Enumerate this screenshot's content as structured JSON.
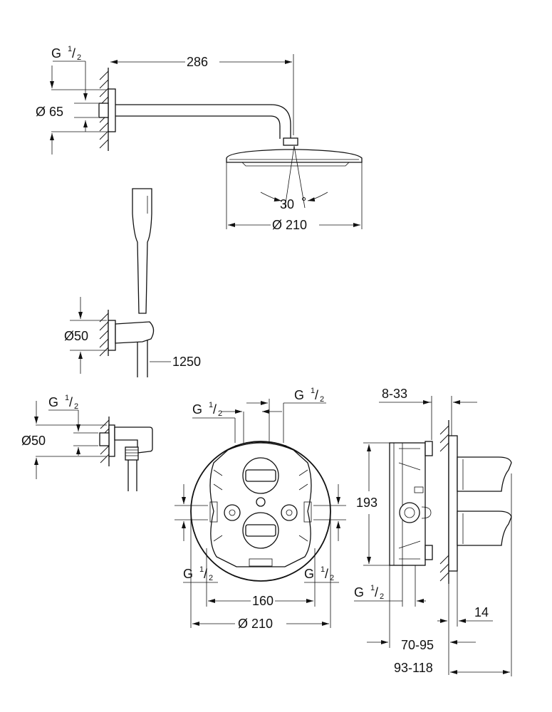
{
  "labels": {
    "g": "G",
    "half_num": "1",
    "half_den": "2",
    "arm_length": "286",
    "dia_65": "Ø 65",
    "angle": "30",
    "degree": "°",
    "head_dia": "Ø 210",
    "holder_dia": "Ø50",
    "hose_length": "1250",
    "elbow_dia": "Ø50",
    "box_width": "160",
    "box_dia": "Ø 210",
    "depth_range_1": "8-33",
    "height": "193",
    "plate_depth": "14",
    "depth_range_2": "70-95",
    "depth_range_3": "93-118"
  }
}
